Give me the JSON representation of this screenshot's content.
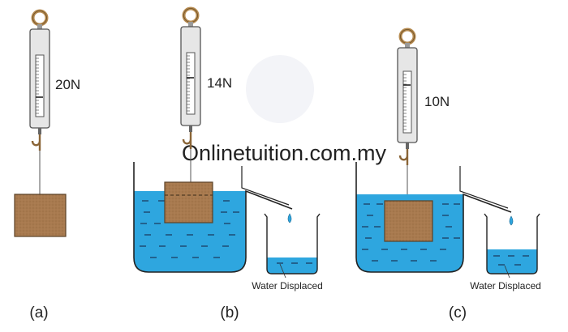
{
  "watermark": "Onlinetuition.com.my",
  "panels": [
    {
      "id": "a",
      "caption": "(a)",
      "reading": "20N"
    },
    {
      "id": "b",
      "caption": "(b)",
      "reading": "14N",
      "beaker_label": "Water Displaced"
    },
    {
      "id": "c",
      "caption": "(c)",
      "reading": "10N",
      "beaker_label": "Water Displaced"
    }
  ],
  "colors": {
    "water": "#2ea6df",
    "block": "#a87a4f",
    "scale_body": "#e6e6e6",
    "ring": "#c29a5c"
  }
}
